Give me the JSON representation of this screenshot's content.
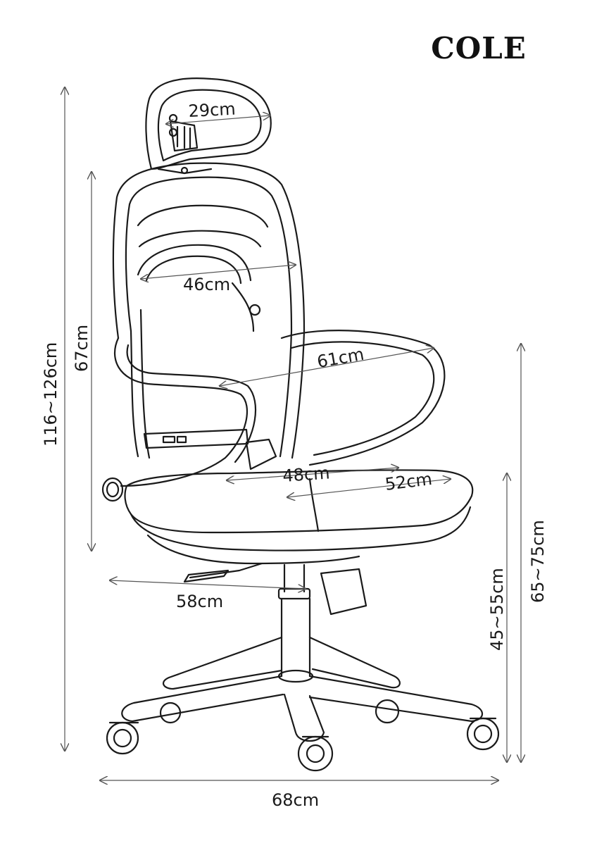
{
  "product": {
    "name": "COLE"
  },
  "dimensions": {
    "headrest_width": "29cm",
    "back_width": "46cm",
    "arm_depth": "61cm",
    "seat_width": "48cm",
    "seat_depth": "52cm",
    "lever_reach": "58cm",
    "base_width": "68cm",
    "total_height": "116~126cm",
    "back_height": "67cm",
    "seat_height": "45~55cm",
    "arm_height": "65~75cm"
  }
}
